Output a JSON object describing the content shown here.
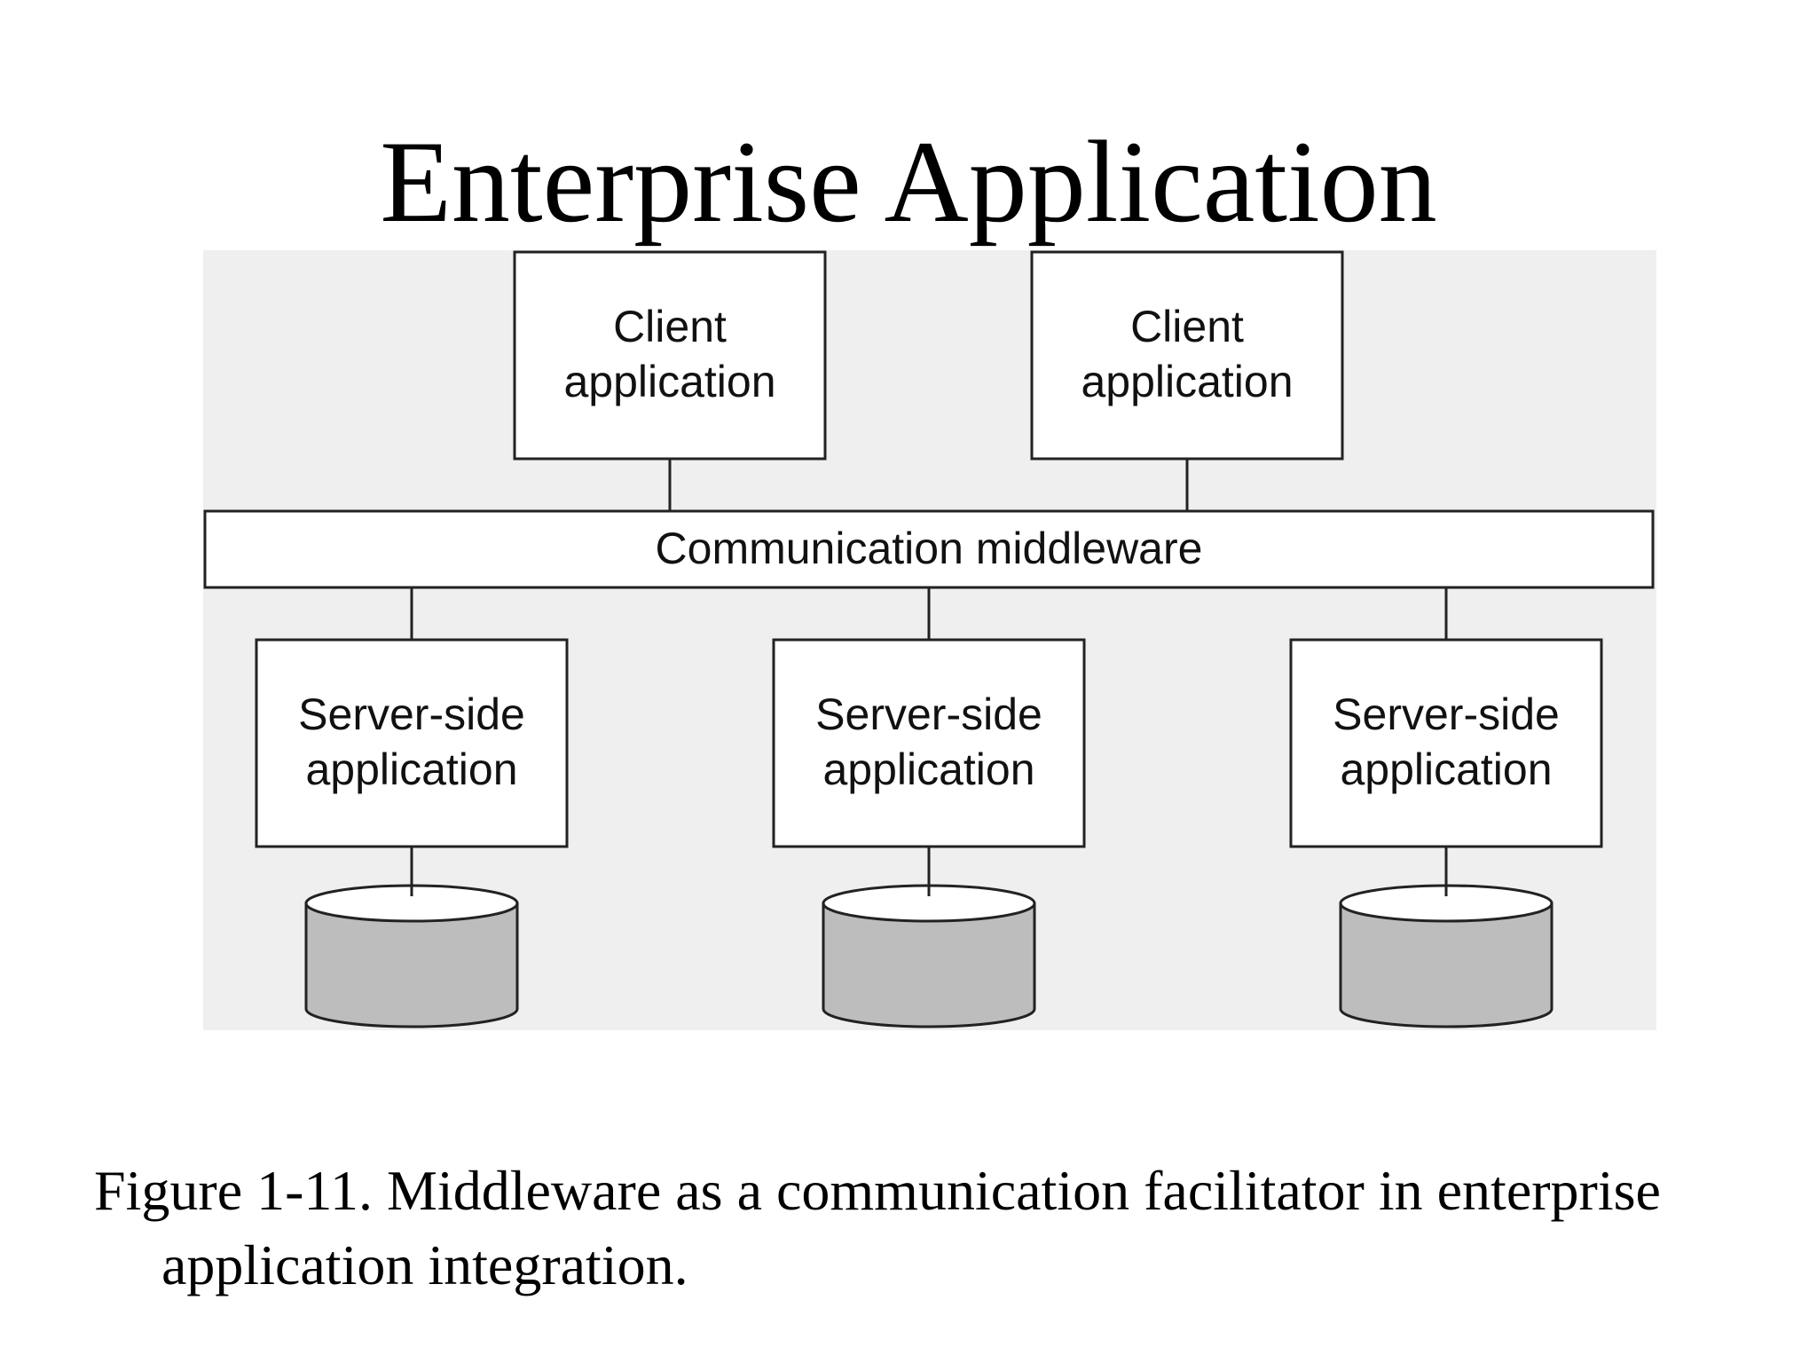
{
  "title": "Enterprise Application",
  "diagram": {
    "client_boxes": [
      {
        "line1": "Client",
        "line2": "application"
      },
      {
        "line1": "Client",
        "line2": "application"
      }
    ],
    "middleware_label": "Communication middleware",
    "server_boxes": [
      {
        "line1": "Server-side",
        "line2": "application"
      },
      {
        "line1": "Server-side",
        "line2": "application"
      },
      {
        "line1": "Server-side",
        "line2": "application"
      }
    ],
    "colors": {
      "panel_background": "#efefef",
      "box_fill": "#ffffff",
      "stroke": "#222222",
      "database_fill": "#bdbdbd"
    }
  },
  "caption": "Figure 1-11. Middleware as a communication facilitator in enterprise application integration."
}
